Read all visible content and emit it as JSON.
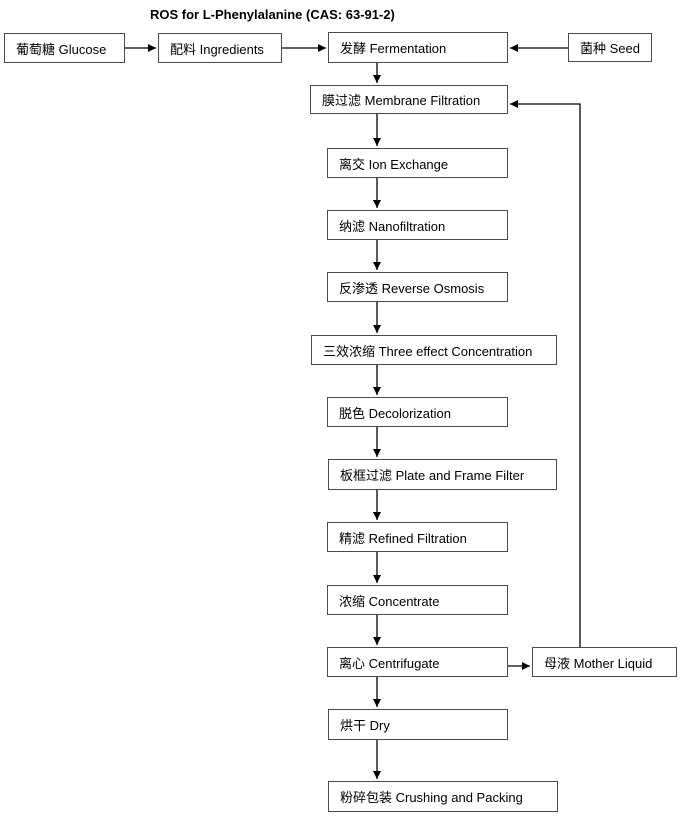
{
  "title": "ROS for L-Phenylalanine (CAS: 63-91-2)",
  "nodes": {
    "glucose": {
      "label": "葡萄糖 Glucose"
    },
    "ingredients": {
      "label": "配料 Ingredients"
    },
    "fermentation": {
      "label": "发酵 Fermentation"
    },
    "seed": {
      "label": "菌种 Seed"
    },
    "membrane_filtration": {
      "label": "膜过滤 Membrane Filtration"
    },
    "ion_exchange": {
      "label": "离交 Ion Exchange"
    },
    "nanofiltration": {
      "label": "纳滤 Nanofiltration"
    },
    "reverse_osmosis": {
      "label": "反渗透 Reverse Osmosis"
    },
    "three_effect_concentration": {
      "label": "三效浓缩 Three effect Concentration"
    },
    "decolorization": {
      "label": "脱色 Decolorization"
    },
    "plate_frame_filter": {
      "label": "板框过滤 Plate and Frame Filter"
    },
    "refined_filtration": {
      "label": "精滤 Refined Filtration"
    },
    "concentrate": {
      "label": "浓缩 Concentrate"
    },
    "centrifugate": {
      "label": "离心 Centrifugate"
    },
    "mother_liquid": {
      "label": "母液 Mother Liquid"
    },
    "dry": {
      "label": "烘干 Dry"
    },
    "crushing_packing": {
      "label": "粉碎包装 Crushing and Packing"
    }
  },
  "edges": [
    {
      "from": "glucose",
      "to": "ingredients"
    },
    {
      "from": "ingredients",
      "to": "fermentation"
    },
    {
      "from": "seed",
      "to": "fermentation"
    },
    {
      "from": "fermentation",
      "to": "membrane_filtration"
    },
    {
      "from": "membrane_filtration",
      "to": "ion_exchange"
    },
    {
      "from": "ion_exchange",
      "to": "nanofiltration"
    },
    {
      "from": "nanofiltration",
      "to": "reverse_osmosis"
    },
    {
      "from": "reverse_osmosis",
      "to": "three_effect_concentration"
    },
    {
      "from": "three_effect_concentration",
      "to": "decolorization"
    },
    {
      "from": "decolorization",
      "to": "plate_frame_filter"
    },
    {
      "from": "plate_frame_filter",
      "to": "refined_filtration"
    },
    {
      "from": "refined_filtration",
      "to": "concentrate"
    },
    {
      "from": "concentrate",
      "to": "centrifugate"
    },
    {
      "from": "centrifugate",
      "to": "mother_liquid"
    },
    {
      "from": "centrifugate",
      "to": "dry"
    },
    {
      "from": "dry",
      "to": "crushing_packing"
    },
    {
      "from": "mother_liquid",
      "to": "membrane_filtration"
    }
  ],
  "colors": {
    "background": "#ffffff",
    "box_border": "#4b4b4b",
    "line": "#000000",
    "text": "#000000"
  }
}
